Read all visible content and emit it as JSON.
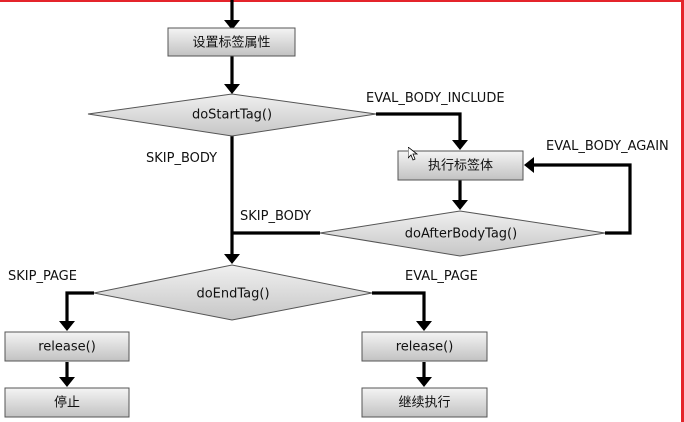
{
  "nodes": {
    "set_attrs": "设置标签属性",
    "do_start_tag": "doStartTag()",
    "exec_body": "执行标签体",
    "do_after_body_tag": "doAfterBodyTag()",
    "do_end_tag": "doEndTag()",
    "release_left": "release()",
    "release_right": "release()",
    "stop": "停止",
    "continue": "继续执行"
  },
  "labels": {
    "eval_body_include": "EVAL_BODY_INCLUDE",
    "eval_body_again": "EVAL_BODY_AGAIN",
    "skip_body_1": "SKIP_BODY",
    "skip_body_2": "SKIP_BODY",
    "skip_page": "SKIP_PAGE",
    "eval_page": "EVAL_PAGE"
  },
  "colors": {
    "frame": "#e4242b",
    "node_fill_light": "#f2f2f2",
    "node_fill_dark": "#c4c4c4",
    "edge": "#000000"
  }
}
